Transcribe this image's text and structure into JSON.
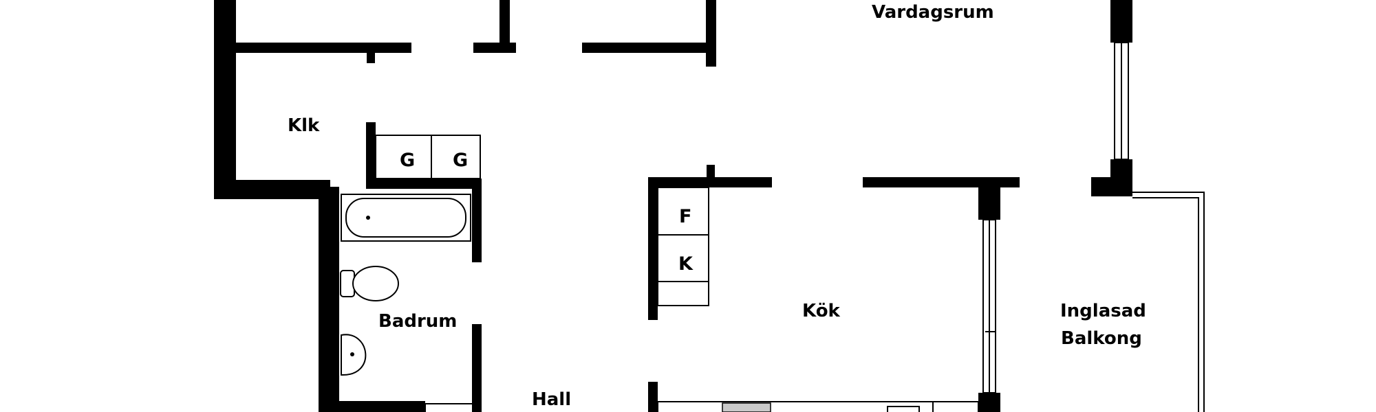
{
  "rooms": {
    "vardagsrum": "Vardagsrum",
    "klk": "Klk",
    "badrum": "Badrum",
    "hall": "Hall",
    "kok": "Kök",
    "inglasad_line1": "Inglasad",
    "inglasad_line2": "Balkong"
  },
  "appliances": {
    "g1": "G",
    "g2": "G",
    "fridge": "F",
    "freezer": "K"
  }
}
